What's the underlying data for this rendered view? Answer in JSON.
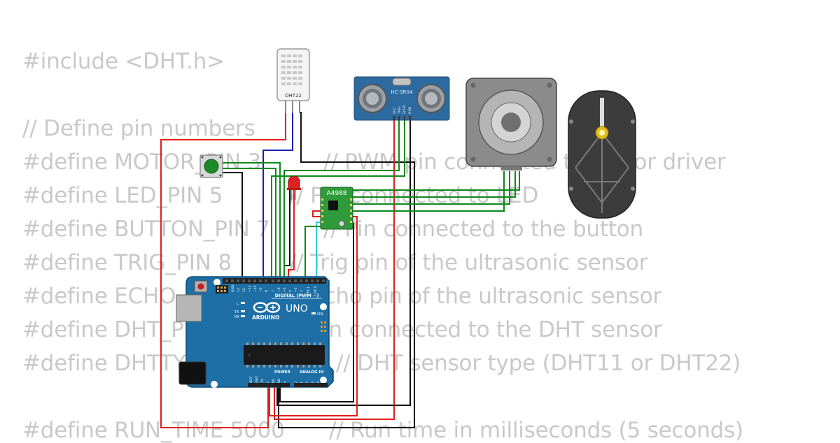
{
  "code": {
    "line_include": "#include <DHT.h>",
    "line_comment": "// Define pin numbers",
    "line_motor": "#define MOTOR_PIN 3",
    "line_motor_c": "// PWM pin connected to motor driver",
    "line_led": "#define LED_PIN 5",
    "line_led_c": "// Pin connected to LED",
    "line_button": "#define BUTTON_PIN 7",
    "line_button_c": "// Pin connected to the button",
    "line_trig": "#define TRIG_PIN 8",
    "line_trig_c": "// Trig pin of the ultrasonic sensor",
    "line_echo": "#define ECHO_PIN 9",
    "line_echo_c": "// Echo pin of the ultrasonic sensor",
    "line_dht": "#define DHT_PIN 2",
    "line_dht_c": "// Pin connected to the DHT sensor",
    "line_dhttype": "#define DHTTYPE DHT22",
    "line_dhttype_c": "// DHT sensor type (DHT11 or DHT22)",
    "line_runtime": "#define RUN_TIME 5000",
    "line_runtime_c": "// Run time in milliseconds (5 seconds)"
  },
  "components": {
    "dht_label": "DHT22",
    "ultrasonic_label": "HC-SR04",
    "ultrasonic_pins": [
      "VCC",
      "TRIG",
      "ECHO",
      "GND"
    ],
    "driver_label": "A4988",
    "arduino_brand": "ARDUINO",
    "arduino_model": "UNO",
    "arduino_digital": "DIGITAL (PWM ~)",
    "arduino_power": "POWER",
    "arduino_analog": "ANALOG IN",
    "arduino_on": "ON",
    "arduino_tx": "TX",
    "arduino_rx": "RX",
    "arduino_l": "L",
    "arduino_aref": "AREF",
    "arduino_gnd": "GND",
    "arduino_dpins": [
      "13",
      "12",
      "~11",
      "~10",
      "~9",
      "8",
      "7",
      "~6",
      "~5",
      "4",
      "~3",
      "2",
      "TX 1",
      "RX 0"
    ],
    "arduino_ppins": [
      "IOREF",
      "RESET",
      "3.3V",
      "5V",
      "GND",
      "GND",
      "Vin"
    ],
    "arduino_apins": [
      "A0",
      "A1",
      "A2",
      "A3",
      "A4",
      "A5"
    ]
  },
  "colors": {
    "background": "#ffffff",
    "code_text": "#c9c9c9",
    "board_blue": "#1d6fa6",
    "wire_red": "#e02020",
    "wire_green": "#0a8a1a",
    "wire_black": "#111111",
    "wire_blue": "#1a22b0",
    "wire_cyan": "#35c8e0",
    "driver_green": "#2f9a3a",
    "led_red": "#e02222",
    "button_green": "#1d8a2a"
  }
}
